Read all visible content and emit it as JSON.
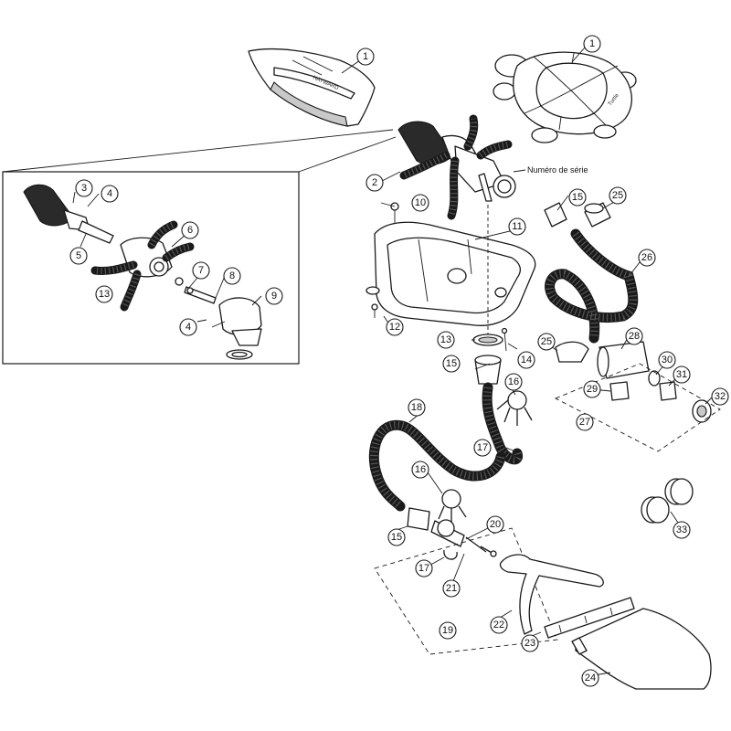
{
  "diagram": {
    "serial_label": "Numéro de série",
    "brand_label": "HAYWARD",
    "brand_label_alt": "Turtle",
    "callouts": [
      "1",
      "1",
      "2",
      "3",
      "4",
      "5",
      "6",
      "7",
      "8",
      "9",
      "4",
      "10",
      "11",
      "12",
      "13",
      "13",
      "14",
      "15",
      "15",
      "16",
      "16",
      "17",
      "17",
      "18",
      "20",
      "21",
      "15",
      "19",
      "22",
      "23",
      "24",
      "25",
      "25",
      "26",
      "27",
      "28",
      "29",
      "30",
      "31",
      "32",
      "33"
    ]
  }
}
